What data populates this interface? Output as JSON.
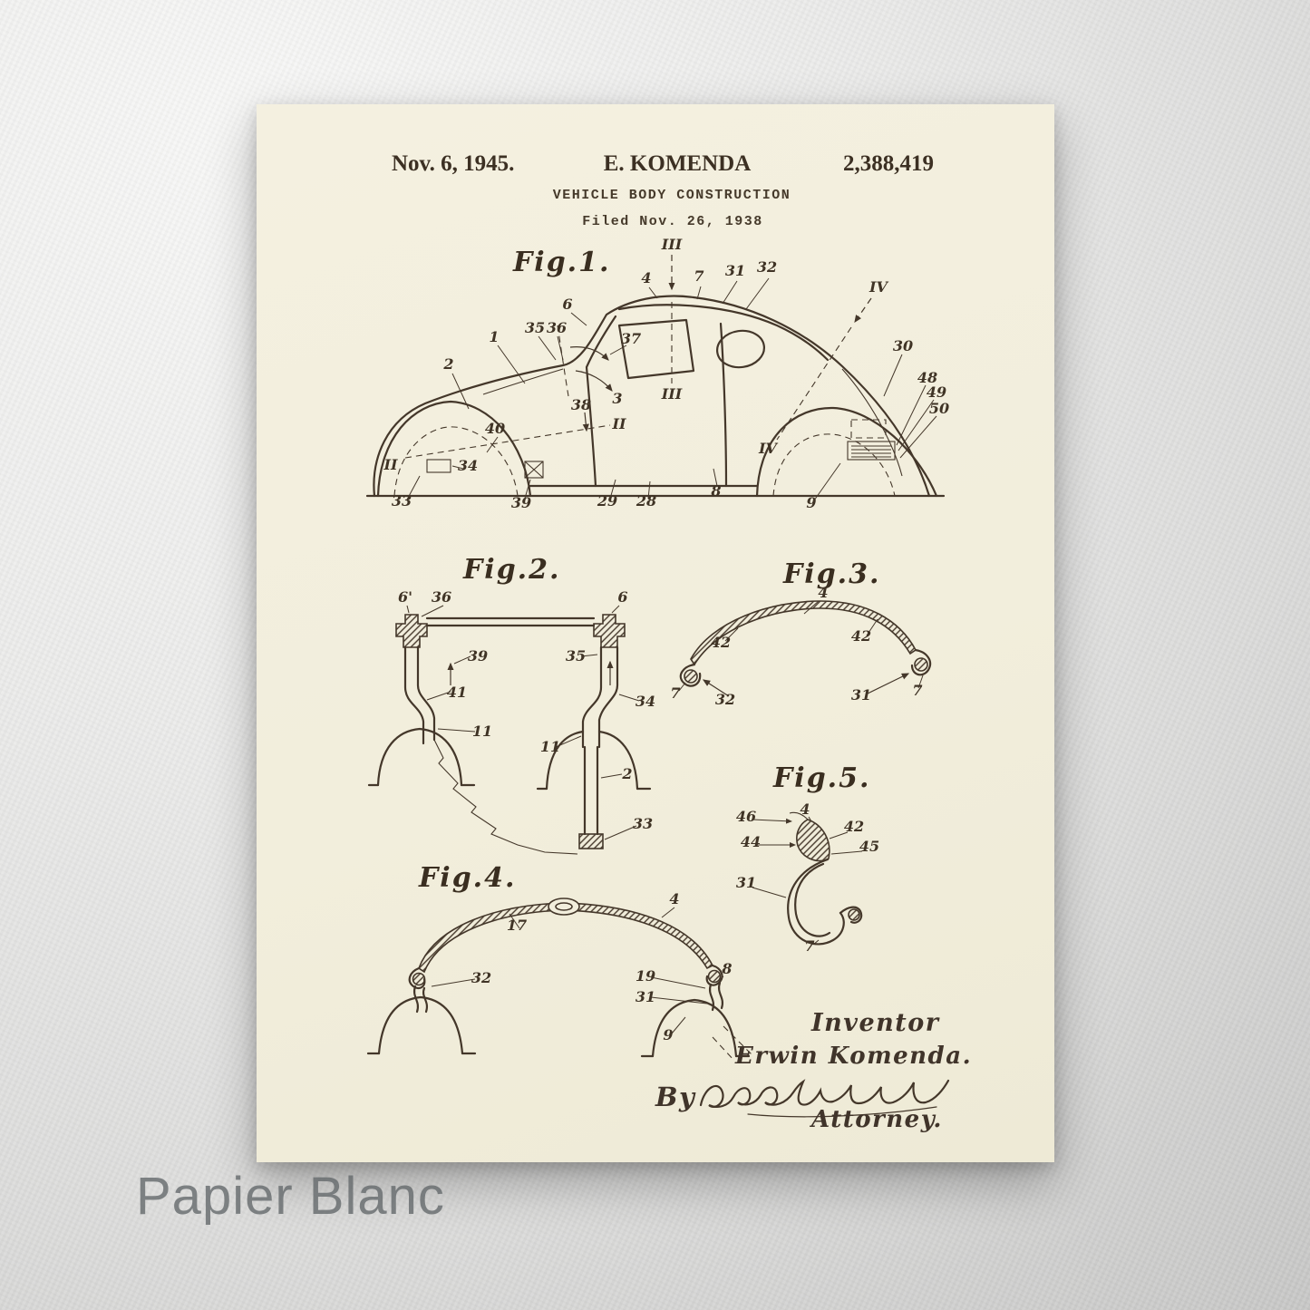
{
  "watermark": "Papier Blanc",
  "colors": {
    "ink": "#44372a",
    "paper": "#f2eedc",
    "wall": "#dddddc"
  },
  "poster": {
    "header": {
      "date": "Nov. 6, 1945.",
      "name": "E. KOMENDA",
      "number": "2,388,419",
      "title": "VEHICLE BODY CONSTRUCTION",
      "filed": "Filed Nov. 26, 1938"
    },
    "figures": {
      "fig1": {
        "title": "Fig.1.",
        "refs": {
          "n1": "1",
          "n2": "2",
          "n3": "3",
          "n4": "4",
          "n6": "6",
          "n7": "7",
          "n8": "8",
          "n9": "9",
          "n28": "28",
          "n29": "29",
          "n30": "30",
          "n31": "31",
          "n32": "32",
          "n33": "33",
          "n34": "34",
          "n35": "35",
          "n36": "36",
          "n37": "37",
          "n38": "38",
          "n39": "39",
          "n40": "40",
          "n48": "48",
          "n49": "49",
          "n50": "50",
          "sec2": "II",
          "sec3": "III",
          "sec4": "IV"
        }
      },
      "fig2": {
        "title": "Fig.2.",
        "refs": {
          "n6p": "6'",
          "n36": "36",
          "n39": "39",
          "n41": "41",
          "n11": "11",
          "n6": "6",
          "n35": "35",
          "n34": "34",
          "n2": "2",
          "n33": "33"
        }
      },
      "fig3": {
        "title": "Fig.3.",
        "refs": {
          "n4": "4",
          "n42": "42",
          "n7": "7",
          "n32": "32",
          "n31": "31"
        }
      },
      "fig4": {
        "title": "Fig.4.",
        "refs": {
          "n17": "17",
          "n4": "4",
          "n32": "32",
          "n19": "19",
          "n8": "8",
          "n31": "31",
          "n9": "9"
        }
      },
      "fig5": {
        "title": "Fig.5.",
        "refs": {
          "n46": "46",
          "n4": "4",
          "n42": "42",
          "n44": "44",
          "n45": "45",
          "n31": "31",
          "n7": "7"
        }
      }
    },
    "signature": {
      "inventor_label": "Inventor",
      "inventor_name": "Erwin Komenda.",
      "by_label": "By",
      "attorney_label": "Attorney."
    }
  }
}
